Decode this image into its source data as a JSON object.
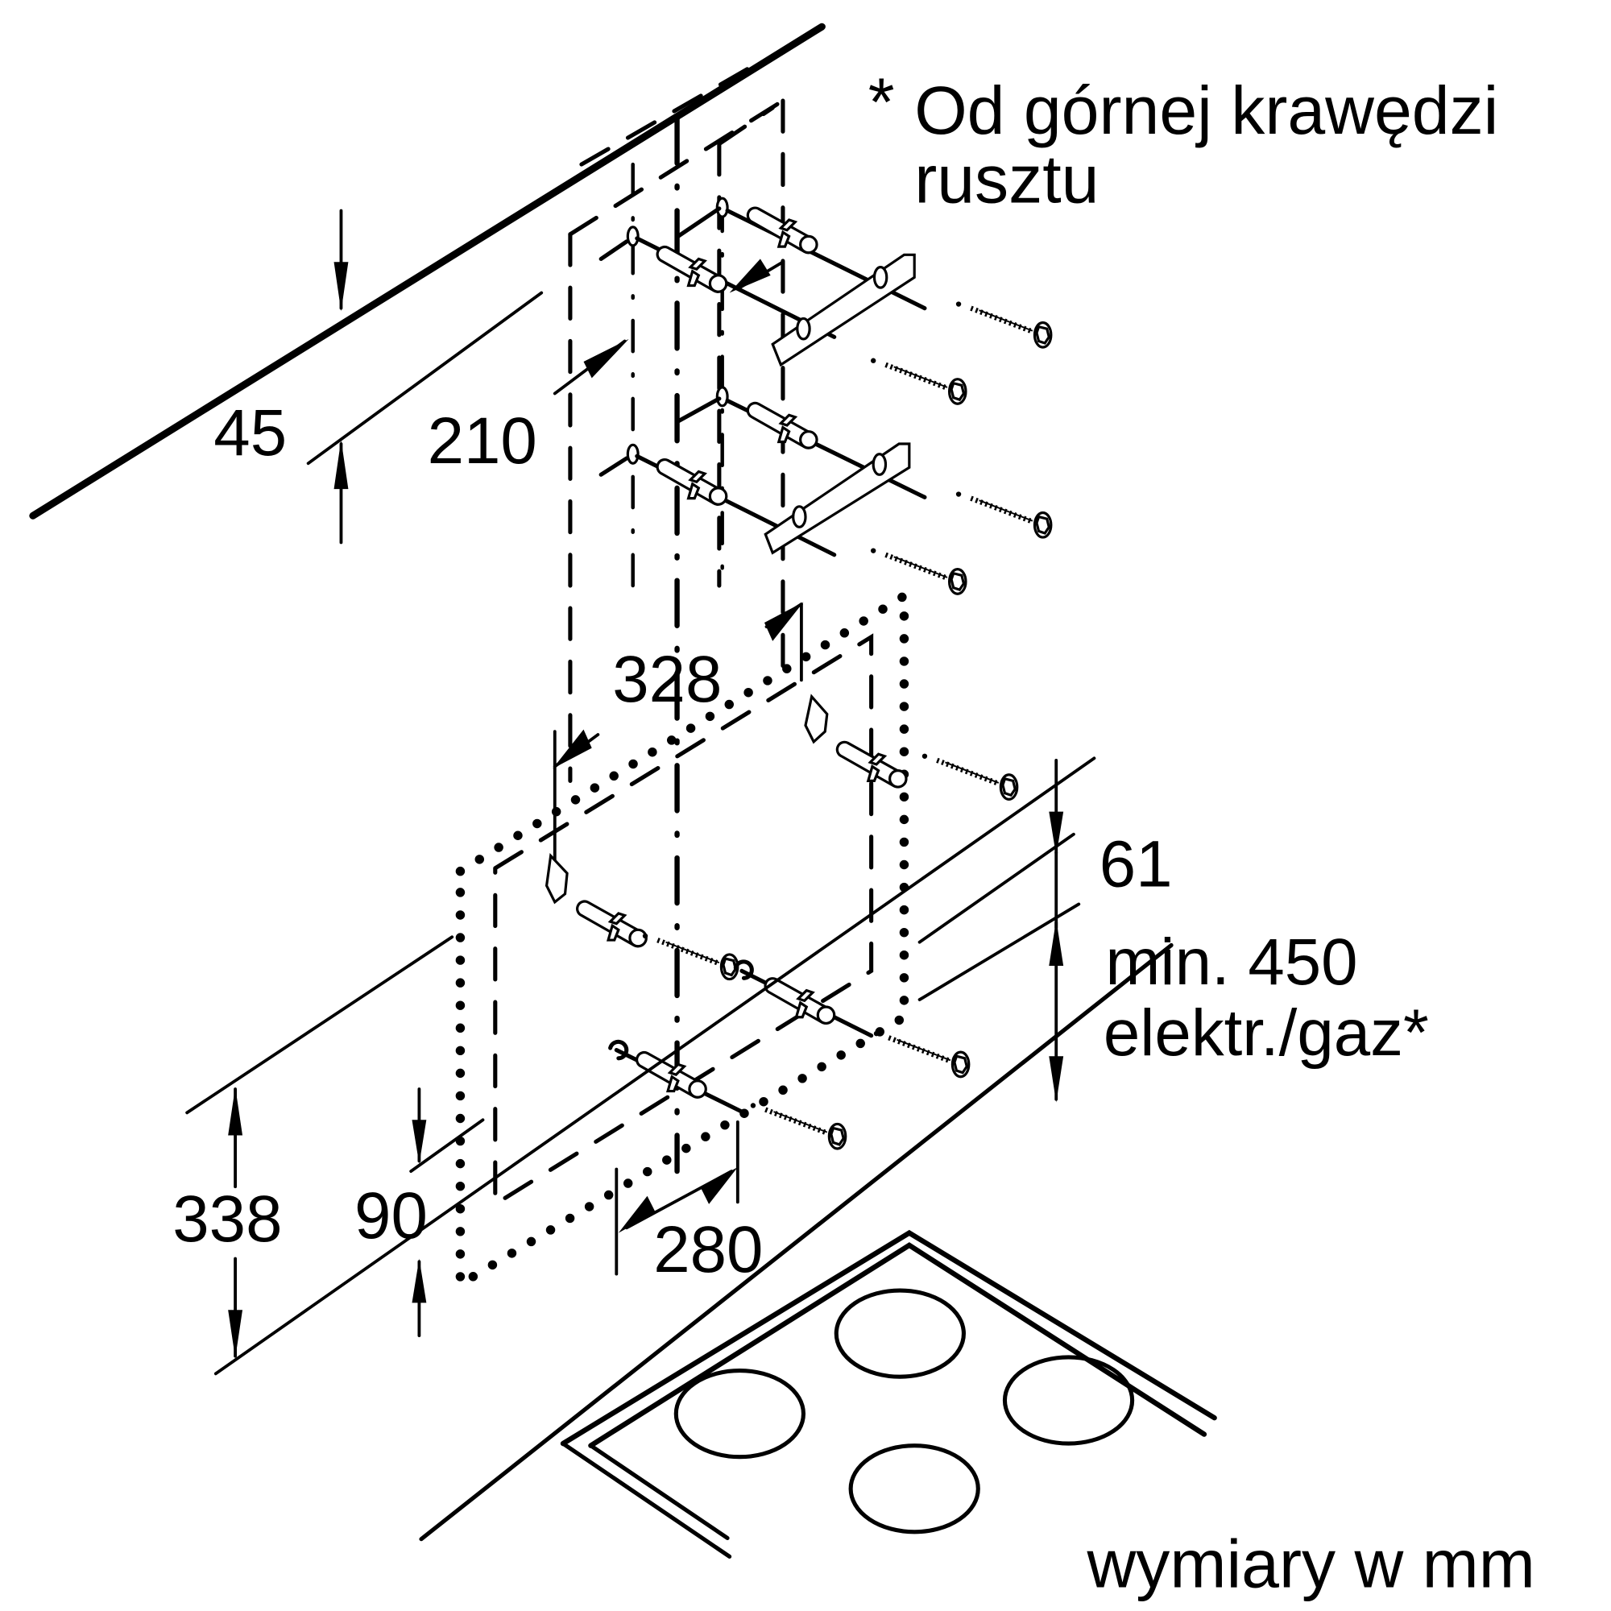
{
  "diagram": {
    "title": "Wall-mounted cooker hood installation dimensions",
    "footnote": {
      "marker": "*",
      "line1": "Od górnej krawędzi",
      "line2": "rusztu"
    },
    "units_note": "wymiary w mm",
    "dimensions": {
      "d45": "45",
      "d210": "210",
      "d328": "328",
      "d61": "61",
      "d450_line1": "min. 450",
      "d450_line2": "elektr./gaz*",
      "d338": "338",
      "d90": "90",
      "d280": "280"
    },
    "colors": {
      "ink": "#000000",
      "background": "#ffffff"
    }
  }
}
